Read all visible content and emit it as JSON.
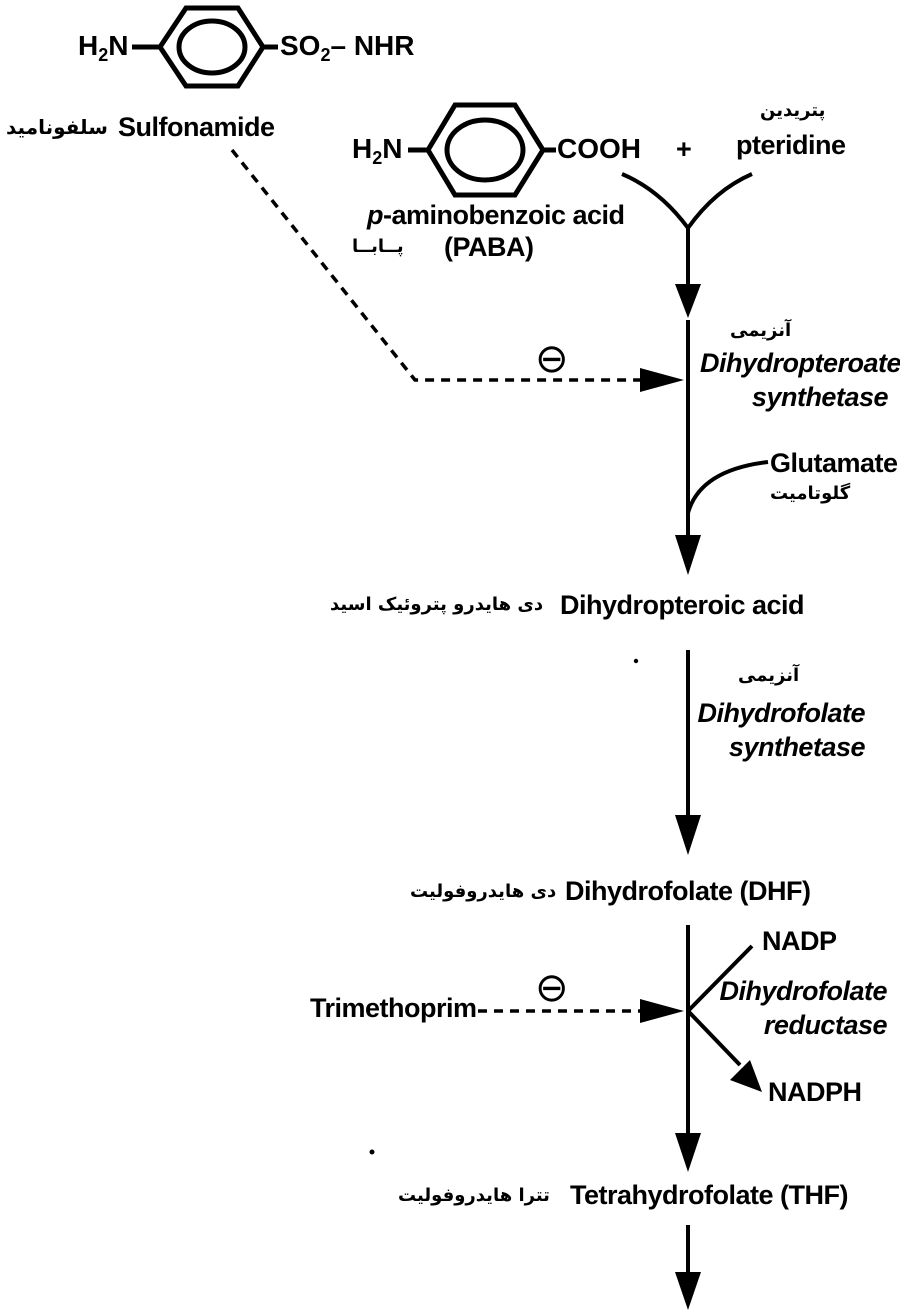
{
  "sulfonamide": {
    "formula_left": "H",
    "formula_left_sub": "2",
    "formula_left_tail": "N",
    "formula_right": "SO",
    "formula_right_sub": "2",
    "formula_right_tail": "– NHR",
    "name_en": "Sulfonamide",
    "name_fa": "سلفونامید"
  },
  "paba": {
    "formula_left": "H",
    "formula_left_sub": "2",
    "formula_left_tail": "N",
    "formula_right": "COOH",
    "name_prefix": "p",
    "name_en": "-aminobenzoic acid",
    "abbr": "(PABA)",
    "name_fa": "پــابــا"
  },
  "plus": "+",
  "pteridine": {
    "name_fa": "پتریدین",
    "name_en": "pteridine"
  },
  "inhibition_symbol": "⊖",
  "enzyme1": {
    "label_fa": "آنزیمی",
    "line1": "Dihydropteroate",
    "line2": "synthetase"
  },
  "glutamate": {
    "name_en": "Glutamate",
    "name_fa": "گلوتامیت"
  },
  "dihydropteroic": {
    "name_fa": "دی هایدرو پتروئیک اسید",
    "name_en": "Dihydropteroic acid"
  },
  "enzyme2": {
    "label_fa": "آنزیمی",
    "line1": "Dihydrofolate",
    "line2": "synthetase"
  },
  "dhf": {
    "name_fa": "دی هایدروفولیت",
    "name_en": "Dihydrofolate (DHF)"
  },
  "nadp": "NADP",
  "enzyme3": {
    "line1": "Dihydrofolate",
    "line2": "reductase"
  },
  "nadph": "NADPH",
  "trimethoprim": "Trimethoprim",
  "thf": {
    "name_fa": "تترا هایدروفولیت",
    "name_en": "Tetrahydrofolate (THF)"
  },
  "colors": {
    "ink": "#000000",
    "background": "#ffffff"
  }
}
